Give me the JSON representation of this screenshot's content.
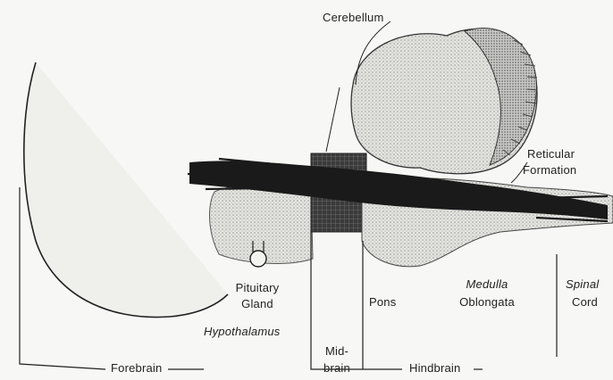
{
  "labels": {
    "cerebellum": "Cerebellum",
    "reticular_1": "Reticular",
    "reticular_2": "Formation",
    "pituitary_1": "Pituitary",
    "pituitary_2": "Gland",
    "hypothalamus": "Hypothalamus",
    "pons": "Pons",
    "medulla_1": "Medulla",
    "medulla_2": "Oblongata",
    "spinal_1": "Spinal",
    "spinal_2": "Cord",
    "mid_1": "Mid-",
    "mid_2": "brain",
    "forebrain": "Forebrain",
    "hindbrain": "Hindbrain"
  },
  "colors": {
    "ink": "#222222",
    "reticular": "#1a1a1a",
    "stipple": "#bdbdbd",
    "paper": "#f7f7f5"
  }
}
